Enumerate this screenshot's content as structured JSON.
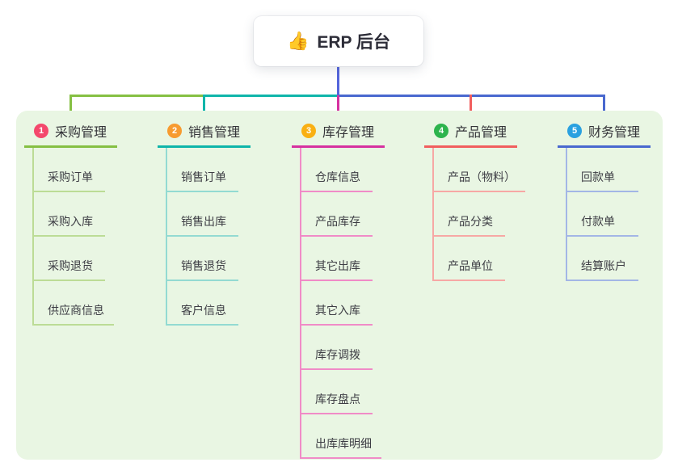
{
  "root": {
    "icon": "👍",
    "title": "ERP 后台"
  },
  "connector": {
    "root_color": "#5465dc"
  },
  "branches": [
    {
      "badge": "1",
      "title": "采购管理",
      "color": "#85c043",
      "pale": "#bcdc96",
      "badge_color": "#f4486c",
      "children": [
        "采购订单",
        "采购入库",
        "采购退货",
        "供应商信息"
      ]
    },
    {
      "badge": "2",
      "title": "销售管理",
      "color": "#0fb5aa",
      "pale": "#93dad2",
      "badge_color": "#f79b30",
      "children": [
        "销售订单",
        "销售出库",
        "销售退货",
        "客户信息"
      ]
    },
    {
      "badge": "3",
      "title": "库存管理",
      "color": "#d631a0",
      "pale": "#f08bc7",
      "badge_color": "#f9b013",
      "children": [
        "仓库信息",
        "产品库存",
        "其它出库",
        "其它入库",
        "库存调拨",
        "库存盘点",
        "出库库明细"
      ]
    },
    {
      "badge": "4",
      "title": "产品管理",
      "color": "#f15e5e",
      "pale": "#f7a8a5",
      "badge_color": "#2db44d",
      "children": [
        "产品（物料）",
        "产品分类",
        "产品单位"
      ]
    },
    {
      "badge": "5",
      "title": "财务管理",
      "color": "#4968cf",
      "pale": "#a3b6e6",
      "badge_color": "#2aa1e0",
      "children": [
        "回款单",
        "付款单",
        "结算账户"
      ]
    }
  ]
}
